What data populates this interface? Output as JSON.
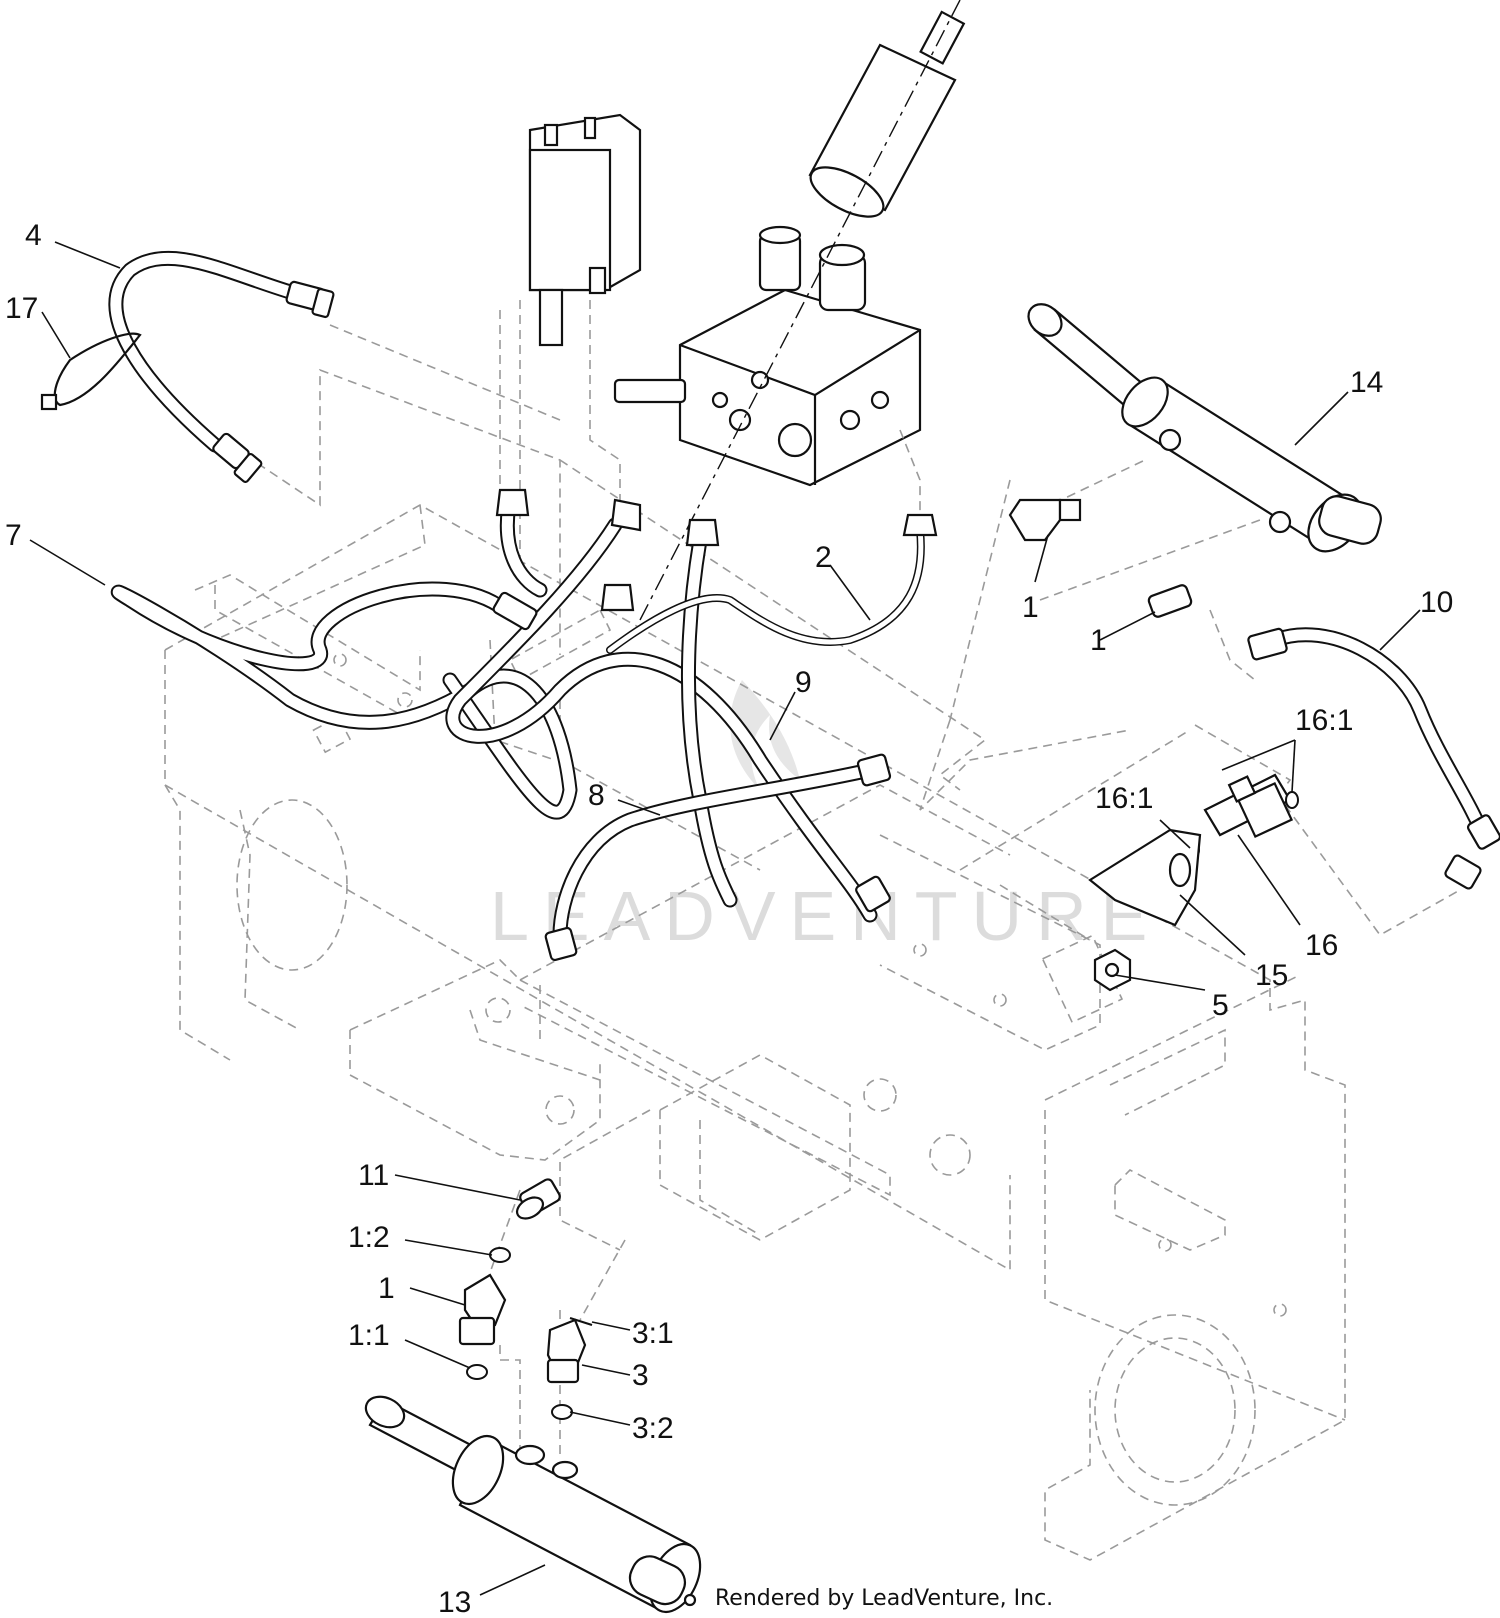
{
  "credit": "Rendered by LeadVenture, Inc.",
  "watermark": "LEADVENTURE",
  "callouts": [
    {
      "id": "c4",
      "label": "4"
    },
    {
      "id": "c17",
      "label": "17"
    },
    {
      "id": "c7",
      "label": "7"
    },
    {
      "id": "c14",
      "label": "14"
    },
    {
      "id": "c2",
      "label": "2"
    },
    {
      "id": "c1a",
      "label": "1"
    },
    {
      "id": "c1b",
      "label": "1"
    },
    {
      "id": "c10",
      "label": "10"
    },
    {
      "id": "c9",
      "label": "9"
    },
    {
      "id": "c16-1a",
      "label": "16:1"
    },
    {
      "id": "c16-1b",
      "label": "16:1"
    },
    {
      "id": "c8",
      "label": "8"
    },
    {
      "id": "c16",
      "label": "16"
    },
    {
      "id": "c15",
      "label": "15"
    },
    {
      "id": "c5",
      "label": "5"
    },
    {
      "id": "c11",
      "label": "11"
    },
    {
      "id": "c1-2",
      "label": "1:2"
    },
    {
      "id": "c1c",
      "label": "1"
    },
    {
      "id": "c1-1",
      "label": "1:1"
    },
    {
      "id": "c3-1",
      "label": "3:1"
    },
    {
      "id": "c3",
      "label": "3"
    },
    {
      "id": "c3-2",
      "label": "3:2"
    },
    {
      "id": "c13",
      "label": "13"
    }
  ]
}
